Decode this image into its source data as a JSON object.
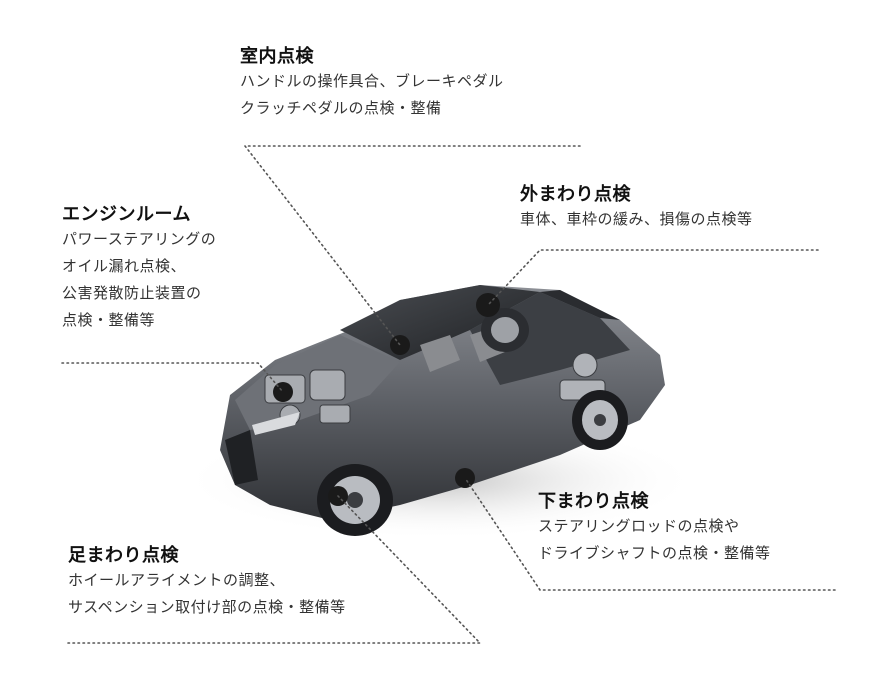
{
  "callouts": {
    "interior": {
      "title": "室内点検",
      "lines": [
        "ハンドルの操作具合、ブレーキペダル",
        "クラッチペダルの点検・整備"
      ]
    },
    "engine_room": {
      "title": "エンジンルーム",
      "lines": [
        "パワーステアリングの",
        "オイル漏れ点検、",
        "公害発散防止装置の",
        "点検・整備等"
      ]
    },
    "exterior": {
      "title": "外まわり点検",
      "lines": [
        "車体、車枠の緩み、損傷の点検等"
      ]
    },
    "underside": {
      "title": "下まわり点検",
      "lines": [
        "ステアリングロッドの点検や",
        "ドライブシャフトの点検・整備等"
      ]
    },
    "suspension": {
      "title": "足まわり点検",
      "lines": [
        "ホイールアライメントの調整、",
        "サスペンション取付け部の点検・整備等"
      ]
    }
  },
  "colors": {
    "car_body": "#5a5d62",
    "car_dark": "#2b2d31",
    "dot": "#1a1a1a",
    "leader_line": "#555555"
  }
}
